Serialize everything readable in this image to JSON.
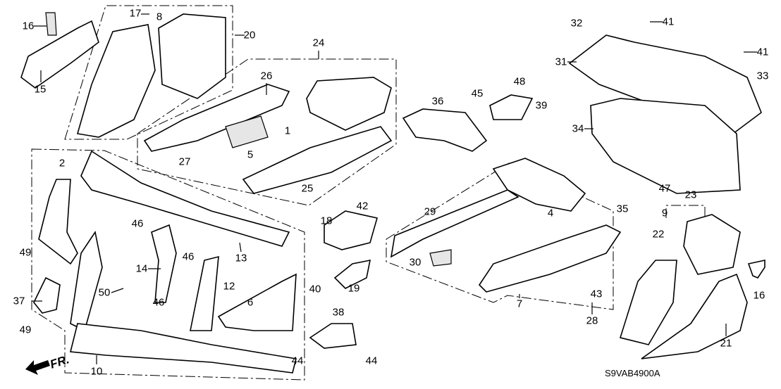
{
  "diagram": {
    "part_numbers": [
      "16",
      "17",
      "8",
      "20",
      "15",
      "24",
      "26",
      "1",
      "27",
      "5",
      "25",
      "36",
      "45",
      "48",
      "39",
      "32",
      "41",
      "41",
      "31",
      "33",
      "34",
      "47",
      "35",
      "23",
      "9",
      "22",
      "16",
      "21",
      "2",
      "46",
      "46",
      "46",
      "13",
      "14",
      "12",
      "50",
      "6",
      "10",
      "49",
      "37",
      "49",
      "42",
      "18",
      "40",
      "19",
      "38",
      "44",
      "44",
      "29",
      "4",
      "30",
      "7",
      "43",
      "28"
    ],
    "direction_label": "FR.",
    "diagram_code": "S9VAB4900A",
    "colors": {
      "line": "#000000",
      "background": "#ffffff"
    }
  }
}
